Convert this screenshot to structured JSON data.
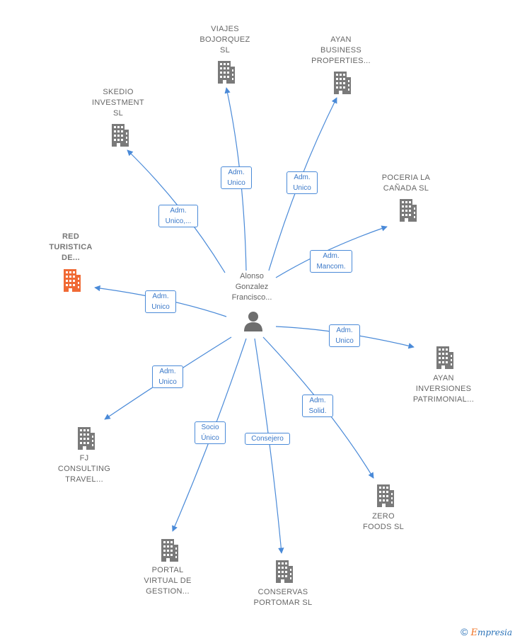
{
  "center": {
    "name": "Alonso\nGonzalez\nFrancisco...",
    "icon": "person-icon"
  },
  "nodes": [
    {
      "id": "viajes",
      "name": "VIAJES\nBOJORQUEZ\nSL",
      "highlight": false,
      "icon": "building-icon"
    },
    {
      "id": "ayan-business",
      "name": "AYAN\nBUSINESS\nPROPERTIES...",
      "highlight": false,
      "icon": "building-icon"
    },
    {
      "id": "skedio",
      "name": "SKEDIO\nINVESTMENT\nSL",
      "highlight": false,
      "icon": "building-icon"
    },
    {
      "id": "poceria",
      "name": "POCERIA LA\nCAÑADA SL",
      "highlight": false,
      "icon": "building-icon"
    },
    {
      "id": "red-turistica",
      "name": "RED\nTURISTICA\nDE...",
      "highlight": true,
      "icon": "building-icon"
    },
    {
      "id": "ayan-inversiones",
      "name": "AYAN\nINVERSIONES\nPATRIMONIAL...",
      "highlight": false,
      "icon": "building-icon"
    },
    {
      "id": "fj-consulting",
      "name": "FJ\nCONSULTING\nTRAVEL...",
      "highlight": false,
      "icon": "building-icon"
    },
    {
      "id": "zero-foods",
      "name": "ZERO\nFOODS  SL",
      "highlight": false,
      "icon": "building-icon"
    },
    {
      "id": "portal",
      "name": "PORTAL\nVIRTUAL DE\nGESTION...",
      "highlight": false,
      "icon": "building-icon"
    },
    {
      "id": "conservas",
      "name": "CONSERVAS\nPORTOMAR SL",
      "highlight": false,
      "icon": "building-icon"
    }
  ],
  "edges": [
    {
      "to": "viajes",
      "label": "Adm.\nUnico"
    },
    {
      "to": "ayan-business",
      "label": "Adm.\nUnico"
    },
    {
      "to": "skedio",
      "label": "Adm.\nUnico,..."
    },
    {
      "to": "poceria",
      "label": "Adm.\nMancom."
    },
    {
      "to": "red-turistica",
      "label": "Adm.\nUnico"
    },
    {
      "to": "ayan-inversiones",
      "label": "Adm.\nUnico"
    },
    {
      "to": "fj-consulting",
      "label": "Adm.\nUnico"
    },
    {
      "to": "zero-foods",
      "label": "Adm.\nSolid."
    },
    {
      "to": "portal",
      "label": "Socio\nÚnico"
    },
    {
      "to": "conservas",
      "label": "Consejero"
    }
  ],
  "colors": {
    "edge": "#4a8ad8",
    "building": "#7a7a7a",
    "building_highlight": "#f06a35",
    "person": "#6e6e6e"
  },
  "footer": {
    "copyright": "©",
    "brand_first": "E",
    "brand_rest": "mpresia"
  }
}
